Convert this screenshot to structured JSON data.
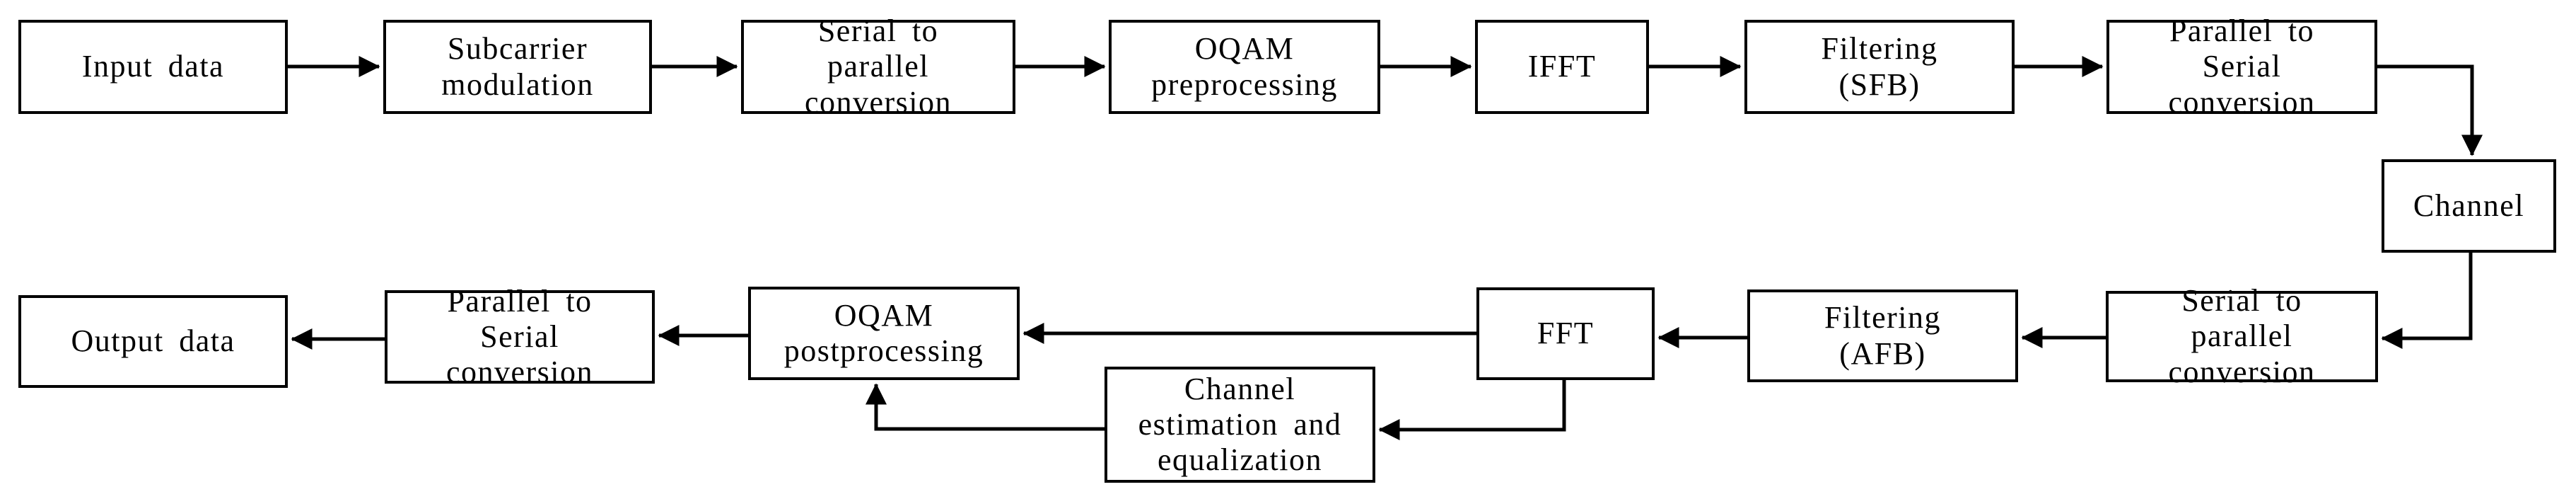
{
  "diagram": {
    "type": "block-diagram",
    "description_visible_text_only": true,
    "colors": {
      "background": "#ffffff",
      "box_fill": "#ffffff",
      "box_border": "#000000",
      "line": "#000000",
      "text": "#000000"
    },
    "nodes": [
      {
        "id": "input-data",
        "label": "Input data"
      },
      {
        "id": "subcarrier-modulation",
        "label": "Subcarrier\nmodulation"
      },
      {
        "id": "serial-to-parallel-tx",
        "label": "Serial to\nparallel\nconversion"
      },
      {
        "id": "oqam-preprocessing",
        "label": "OQAM\npreprocessing"
      },
      {
        "id": "ifft",
        "label": "IFFT"
      },
      {
        "id": "filtering-sfb",
        "label": "Filtering\n(SFB)"
      },
      {
        "id": "parallel-to-serial-tx",
        "label": "Parallel to\nSerial\nconversion"
      },
      {
        "id": "channel",
        "label": "Channel"
      },
      {
        "id": "serial-to-parallel-rx",
        "label": "Serial to\nparallel\nconversion"
      },
      {
        "id": "filtering-afb",
        "label": "Filtering\n(AFB)"
      },
      {
        "id": "fft",
        "label": "FFT"
      },
      {
        "id": "channel-estimation",
        "label": "Channel\nestimation and\nequalization"
      },
      {
        "id": "oqam-postprocessing",
        "label": "OQAM\npostprocessing"
      },
      {
        "id": "parallel-to-serial-rx",
        "label": "Parallel to\nSerial\nconversion"
      },
      {
        "id": "output-data",
        "label": "Output data"
      }
    ],
    "edges": [
      {
        "from": "input-data",
        "to": "subcarrier-modulation"
      },
      {
        "from": "subcarrier-modulation",
        "to": "serial-to-parallel-tx"
      },
      {
        "from": "serial-to-parallel-tx",
        "to": "oqam-preprocessing"
      },
      {
        "from": "oqam-preprocessing",
        "to": "ifft"
      },
      {
        "from": "ifft",
        "to": "filtering-sfb"
      },
      {
        "from": "filtering-sfb",
        "to": "parallel-to-serial-tx"
      },
      {
        "from": "parallel-to-serial-tx",
        "to": "channel"
      },
      {
        "from": "channel",
        "to": "serial-to-parallel-rx"
      },
      {
        "from": "serial-to-parallel-rx",
        "to": "filtering-afb"
      },
      {
        "from": "filtering-afb",
        "to": "fft"
      },
      {
        "from": "fft",
        "to": "oqam-postprocessing"
      },
      {
        "from": "fft",
        "to": "channel-estimation"
      },
      {
        "from": "channel-estimation",
        "to": "oqam-postprocessing"
      },
      {
        "from": "oqam-postprocessing",
        "to": "parallel-to-serial-rx"
      },
      {
        "from": "parallel-to-serial-rx",
        "to": "output-data"
      }
    ]
  }
}
